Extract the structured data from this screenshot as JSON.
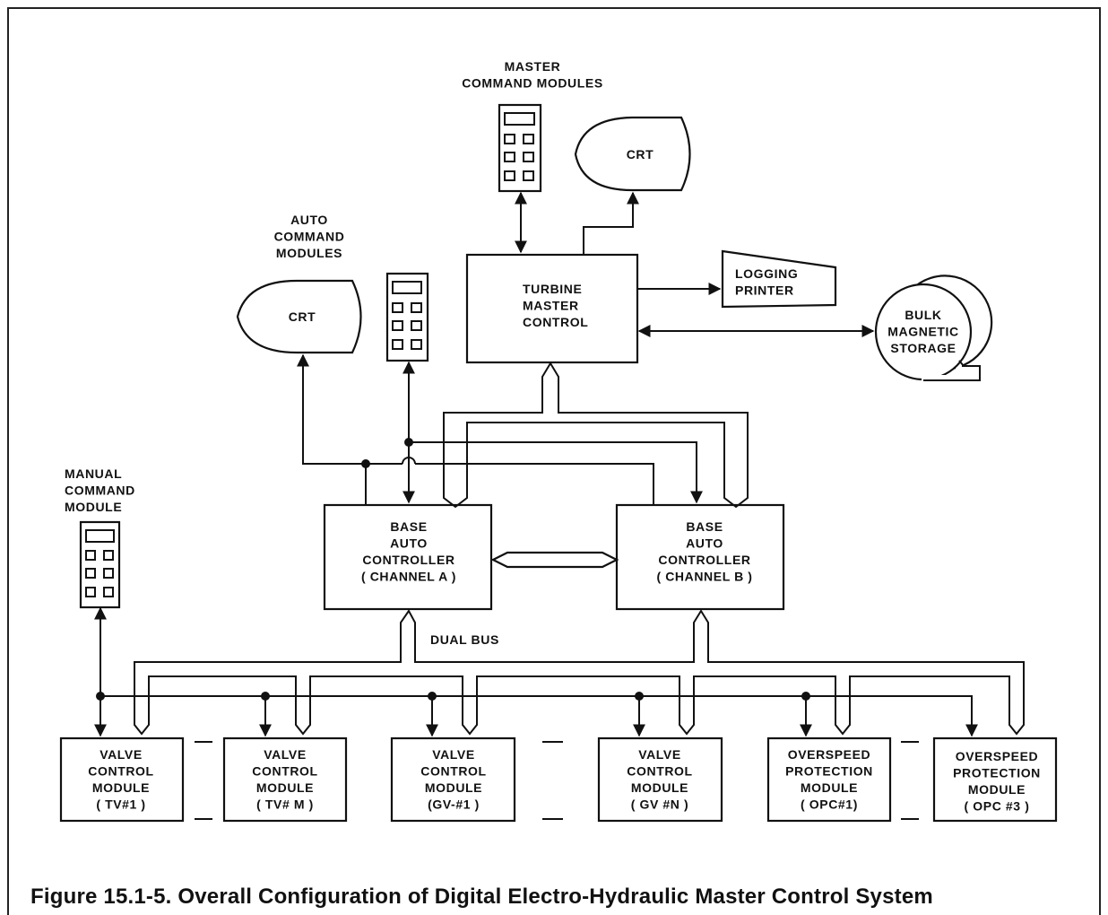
{
  "master_command_modules": "MASTER\nCOMMAND MODULES",
  "auto_command_modules": "AUTO\nCOMMAND\nMODULES",
  "manual_command_module": "MANUAL\nCOMMAND\nMODULE",
  "crt_top": "CRT",
  "crt_left": "CRT",
  "turbine_master_control": "TURBINE\nMASTER\nCONTROL",
  "logging_printer": "LOGGING\nPRINTER",
  "bulk_magnetic_storage": "BULK\nMAGNETIC\nSTORAGE",
  "base_auto_a": "BASE\nAUTO\nCONTROLLER\n( CHANNEL A )",
  "base_auto_b": "BASE\nAUTO\nCONTROLLER\n( CHANNEL B )",
  "dual_bus": "DUAL BUS",
  "modules": [
    "VALVE\nCONTROL\nMODULE\n( TV#1 )",
    "VALVE\nCONTROL\nMODULE\n( TV# M )",
    "VALVE\nCONTROL\nMODULE\n(GV-#1 )",
    "VALVE\nCONTROL\nMODULE\n( GV #N )",
    "OVERSPEED\nPROTECTION\nMODULE\n( OPC#1)",
    "OVERSPEED\nPROTECTION\nMODULE\n( OPC #3 )"
  ],
  "caption": "Figure 15.1-5.  Overall Configuration of Digital Electro-Hydraulic Master Control System"
}
